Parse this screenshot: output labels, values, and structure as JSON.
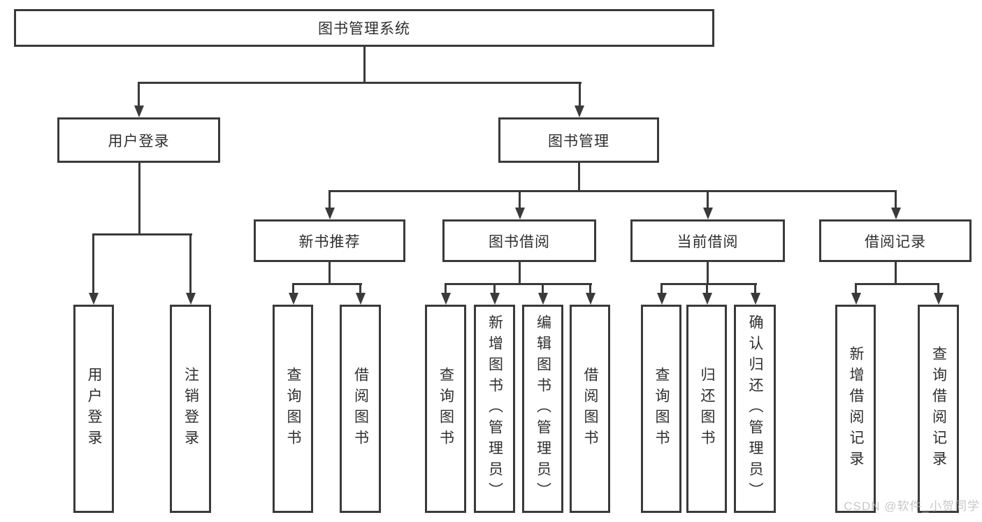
{
  "diagram": {
    "title": "图书管理系统",
    "root": {
      "id": "root",
      "label": "图书管理系统"
    },
    "level2": [
      {
        "id": "user-login",
        "label": "用户登录"
      },
      {
        "id": "book-management",
        "label": "图书管理"
      }
    ],
    "level3": [
      {
        "id": "new-book-recommend",
        "label": "新书推荐",
        "parent": "图书管理"
      },
      {
        "id": "book-borrow",
        "label": "图书借阅",
        "parent": "图书管理"
      },
      {
        "id": "current-borrow",
        "label": "当前借阅",
        "parent": "图书管理"
      },
      {
        "id": "borrow-records",
        "label": "借阅记录",
        "parent": "图书管理"
      }
    ],
    "leaves": [
      {
        "label": "用户登录",
        "parent": "用户登录"
      },
      {
        "label": "注销登录",
        "parent": "用户登录"
      },
      {
        "label": "查询图书",
        "parent": "新书推荐"
      },
      {
        "label": "借阅图书",
        "parent": "新书推荐"
      },
      {
        "label": "查询图书",
        "parent": "图书借阅"
      },
      {
        "label": "新增图书（管理员）",
        "parent": "图书借阅"
      },
      {
        "label": "编辑图书（管理员）",
        "parent": "图书借阅"
      },
      {
        "label": "借阅图书",
        "parent": "图书借阅"
      },
      {
        "label": "查询图书",
        "parent": "当前借阅"
      },
      {
        "label": "归还图书",
        "parent": "当前借阅"
      },
      {
        "label": "确认归还（管理员）",
        "parent": "当前借阅"
      },
      {
        "label": "新增借阅记录",
        "parent": "借阅记录"
      },
      {
        "label": "查询借阅记录",
        "parent": "借阅记录"
      }
    ],
    "watermark": "CSDN @软件_小贺同学",
    "colors": {
      "line": "#3a3a3a",
      "text": "#2f2f2f",
      "background": "#ffffff",
      "watermark": "#b9b9b9"
    }
  }
}
